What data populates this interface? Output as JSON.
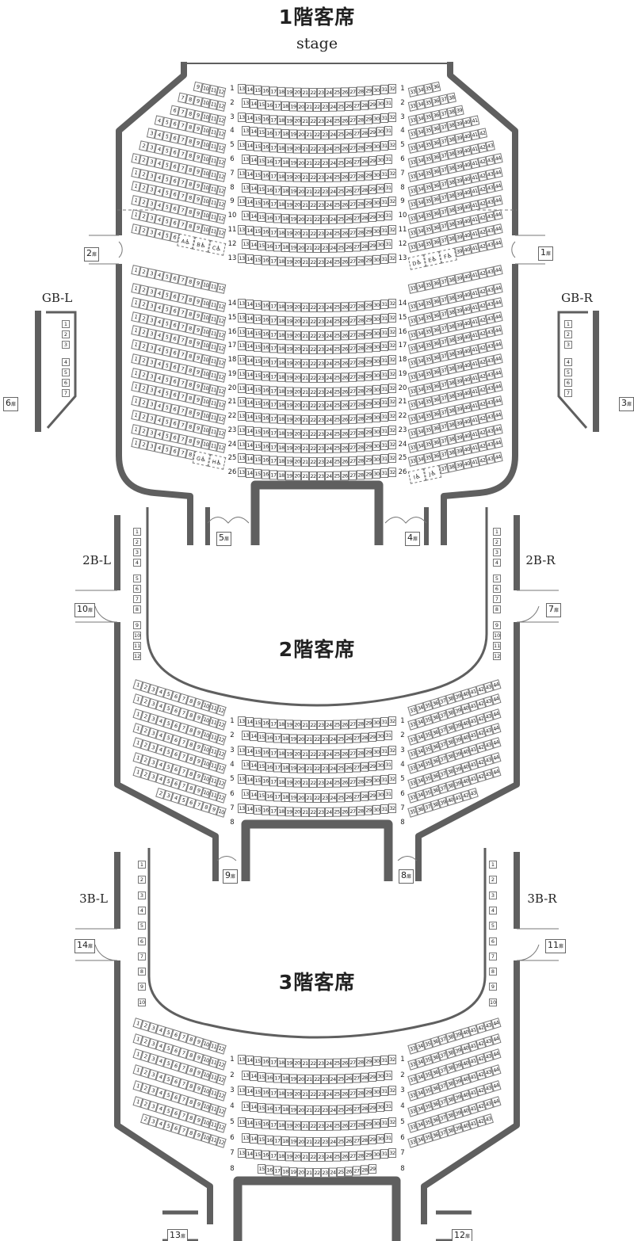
{
  "floors": [
    {
      "title": "1階客席",
      "stage_label": "stage",
      "rows": [
        {
          "row": "1",
          "left": [
            9,
            12
          ],
          "center": [
            13,
            32
          ],
          "right": [
            33,
            36
          ]
        },
        {
          "row": "2",
          "left": [
            7,
            12
          ],
          "center": [
            13,
            31
          ],
          "right": [
            33,
            38
          ]
        },
        {
          "row": "3",
          "left": [
            6,
            12
          ],
          "center": [
            13,
            32
          ],
          "right": [
            33,
            39
          ]
        },
        {
          "row": "4",
          "left": [
            4,
            12
          ],
          "center": [
            13,
            31
          ],
          "right": [
            33,
            41
          ]
        },
        {
          "row": "5",
          "left": [
            3,
            12
          ],
          "center": [
            13,
            32
          ],
          "right": [
            33,
            42
          ]
        },
        {
          "row": "6",
          "left": [
            2,
            12
          ],
          "center": [
            13,
            31
          ],
          "right": [
            33,
            43
          ]
        },
        {
          "row": "7",
          "left": [
            1,
            12
          ],
          "center": [
            13,
            32
          ],
          "right": [
            33,
            44
          ]
        },
        {
          "row": "8",
          "left": [
            1,
            12
          ],
          "center": [
            13,
            31
          ],
          "right": [
            33,
            44
          ]
        },
        {
          "row": "9",
          "left": [
            1,
            12
          ],
          "center": [
            13,
            32
          ],
          "right": [
            33,
            44
          ]
        },
        {
          "row": "10",
          "left": [
            1,
            12
          ],
          "center": [
            13,
            31
          ],
          "right": [
            33,
            44
          ]
        },
        {
          "row": "11",
          "left": [
            1,
            12
          ],
          "center": [
            13,
            32
          ],
          "right": [
            33,
            44
          ]
        },
        {
          "row": "12",
          "left": [
            1,
            6
          ],
          "left_wheelchair": [
            "A",
            "B",
            "C"
          ],
          "center": [
            13,
            31
          ],
          "right": [
            33,
            44
          ]
        },
        {
          "row": "13",
          "center": [
            13,
            32
          ],
          "right_wheelchair": [
            "D",
            "E",
            "F"
          ],
          "right": [
            39,
            44
          ]
        },
        {
          "row": "",
          "left": [
            1,
            12
          ],
          "right": [
            33,
            44
          ]
        },
        {
          "row": "14",
          "left": [
            1,
            12
          ],
          "center": [
            13,
            32
          ],
          "right": [
            33,
            44
          ]
        },
        {
          "row": "15",
          "left": [
            1,
            12
          ],
          "center": [
            13,
            32
          ],
          "right": [
            33,
            44
          ]
        },
        {
          "row": "16",
          "left": [
            1,
            12
          ],
          "center": [
            13,
            32
          ],
          "right": [
            33,
            44
          ]
        },
        {
          "row": "17",
          "left": [
            1,
            12
          ],
          "center": [
            13,
            32
          ],
          "right": [
            33,
            44
          ]
        },
        {
          "row": "18",
          "left": [
            1,
            12
          ],
          "center": [
            13,
            32
          ],
          "right": [
            33,
            44
          ]
        },
        {
          "row": "19",
          "left": [
            1,
            12
          ],
          "center": [
            13,
            32
          ],
          "right": [
            33,
            44
          ]
        },
        {
          "row": "20",
          "left": [
            1,
            12
          ],
          "center": [
            13,
            32
          ],
          "right": [
            33,
            44
          ]
        },
        {
          "row": "21",
          "left": [
            1,
            12
          ],
          "center": [
            13,
            32
          ],
          "right": [
            33,
            44
          ]
        },
        {
          "row": "22",
          "left": [
            1,
            12
          ],
          "center": [
            13,
            32
          ],
          "right": [
            33,
            44
          ]
        },
        {
          "row": "23",
          "left": [
            1,
            12
          ],
          "center": [
            13,
            32
          ],
          "right": [
            33,
            44
          ]
        },
        {
          "row": "24",
          "left": [
            1,
            12
          ],
          "center": [
            13,
            32
          ],
          "right": [
            33,
            44
          ]
        },
        {
          "row": "25",
          "left": [
            1,
            8
          ],
          "left_wheelchair": [
            "G",
            "H"
          ],
          "center": [
            13,
            32
          ],
          "right": [
            33,
            44
          ]
        },
        {
          "row": "26",
          "center": [
            13,
            32
          ],
          "right_wheelchair": [
            "I",
            "J"
          ],
          "right": [
            37,
            44
          ]
        }
      ],
      "boxes": [
        {
          "label": "GB-L",
          "seats": [
            "1",
            "2",
            "3",
            "4",
            "5",
            "6",
            "7"
          ]
        },
        {
          "label": "GB-R",
          "seats": [
            "1",
            "2",
            "3",
            "4",
            "5",
            "6",
            "7"
          ]
        }
      ],
      "doors": [
        "1",
        "2",
        "3",
        "4",
        "5",
        "6"
      ]
    },
    {
      "title": "2階客席",
      "rows": [
        {
          "row": "1",
          "left": [
            1,
            12
          ],
          "center": [
            13,
            32
          ],
          "right": [
            33,
            44
          ]
        },
        {
          "row": "2",
          "left": [
            1,
            12
          ],
          "center": [
            13,
            31
          ],
          "right": [
            33,
            44
          ]
        },
        {
          "row": "3",
          "left": [
            1,
            12
          ],
          "center": [
            13,
            32
          ],
          "right": [
            33,
            44
          ]
        },
        {
          "row": "4",
          "left": [
            1,
            12
          ],
          "center": [
            13,
            31
          ],
          "right": [
            33,
            44
          ]
        },
        {
          "row": "5",
          "left": [
            1,
            12
          ],
          "center": [
            13,
            32
          ],
          "right": [
            33,
            44
          ]
        },
        {
          "row": "6",
          "left": [
            1,
            12
          ],
          "center": [
            13,
            31
          ],
          "right": [
            33,
            44
          ]
        },
        {
          "row": "7",
          "left": [
            1,
            12
          ],
          "center": [
            13,
            32
          ],
          "right": [
            33,
            44
          ]
        },
        {
          "row": "8",
          "left": [
            2,
            10
          ],
          "right": [
            35,
            43
          ]
        }
      ],
      "boxes": [
        {
          "label": "2B-L",
          "seats": [
            "1",
            "2",
            "3",
            "4",
            "5",
            "6",
            "7",
            "8",
            "9",
            "10",
            "11",
            "12"
          ]
        },
        {
          "label": "2B-R",
          "seats": [
            "1",
            "2",
            "3",
            "4",
            "5",
            "6",
            "7",
            "8",
            "9",
            "10",
            "11",
            "12"
          ]
        }
      ],
      "doors": [
        "7",
        "8",
        "9",
        "10"
      ]
    },
    {
      "title": "3階客席",
      "rows": [
        {
          "row": "1",
          "left": [
            1,
            12
          ],
          "center": [
            13,
            32
          ],
          "right": [
            33,
            44
          ]
        },
        {
          "row": "2",
          "left": [
            1,
            12
          ],
          "center": [
            13,
            31
          ],
          "right": [
            33,
            44
          ]
        },
        {
          "row": "3",
          "left": [
            1,
            12
          ],
          "center": [
            13,
            32
          ],
          "right": [
            33,
            44
          ]
        },
        {
          "row": "4",
          "left": [
            1,
            12
          ],
          "center": [
            13,
            31
          ],
          "right": [
            33,
            44
          ]
        },
        {
          "row": "5",
          "left": [
            1,
            12
          ],
          "center": [
            13,
            32
          ],
          "right": [
            33,
            44
          ]
        },
        {
          "row": "6",
          "left": [
            1,
            12
          ],
          "center": [
            13,
            31
          ],
          "right": [
            33,
            44
          ]
        },
        {
          "row": "7",
          "left": [
            2,
            12
          ],
          "center": [
            13,
            32
          ],
          "right": [
            33,
            43
          ]
        },
        {
          "row": "8",
          "center": [
            15,
            29
          ]
        }
      ],
      "boxes": [
        {
          "label": "3B-L",
          "seats": [
            "1",
            "2",
            "3",
            "4",
            "5",
            "6",
            "7",
            "8",
            "9",
            "10"
          ]
        },
        {
          "label": "3B-R",
          "seats": [
            "1",
            "2",
            "3",
            "4",
            "5",
            "6",
            "7",
            "8",
            "9",
            "10"
          ]
        }
      ],
      "doors": [
        "11",
        "12",
        "13",
        "14"
      ]
    }
  ],
  "door_suffix": "扉",
  "wheelchair_icon": "wheelchair-icon",
  "colors": {
    "wall": "#5f5f5f",
    "seat_border": "#777777"
  }
}
